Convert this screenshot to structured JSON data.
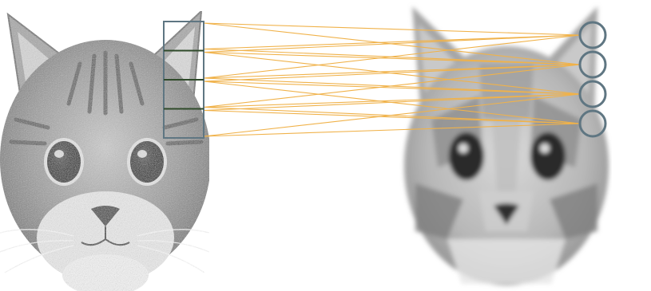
{
  "figure": {
    "left_image": {
      "subject": "cat",
      "style": "grayscale photograph"
    },
    "right_image": {
      "subject": "cat",
      "style": "blurred low-poly approximation"
    },
    "patch_count": 4,
    "unit_count": 4,
    "connections": [
      {
        "patch": 1,
        "unit": 1
      },
      {
        "patch": 1,
        "unit": 2
      },
      {
        "patch": 2,
        "unit": 1
      },
      {
        "patch": 2,
        "unit": 2
      },
      {
        "patch": 2,
        "unit": 3
      },
      {
        "patch": 3,
        "unit": 2
      },
      {
        "patch": 3,
        "unit": 3
      },
      {
        "patch": 3,
        "unit": 4
      },
      {
        "patch": 4,
        "unit": 3
      },
      {
        "patch": 4,
        "unit": 4
      }
    ],
    "colors": {
      "patch_stroke": "#5f7682",
      "patch_divider": "#2f4a2a",
      "unit_stroke": "#5f7682",
      "connection_line": "#f0b24a",
      "background": "#ffffff"
    }
  }
}
